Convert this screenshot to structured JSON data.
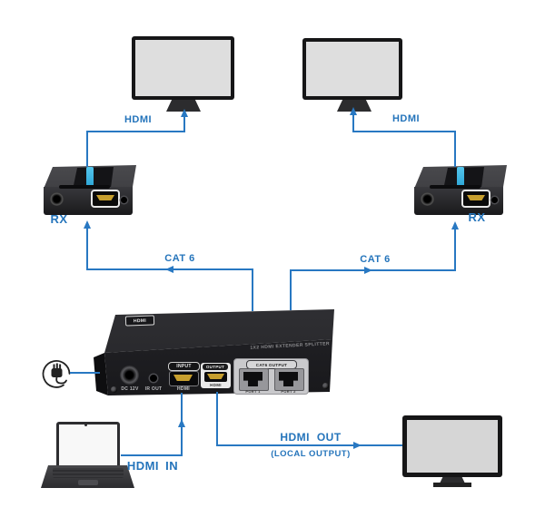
{
  "labels": {
    "hdmi_top_left": "HDMI",
    "hdmi_top_right": "HDMI",
    "cat6_left": "CAT 6",
    "cat6_right": "CAT 6",
    "rx_left": "RX",
    "rx_right": "RX",
    "hdmi_in": "HDMI IN",
    "hdmi_out": "HDMI OUT",
    "local_output": "(LOCAL OUTPUT)"
  },
  "main_device": {
    "logo_text": "HDMI",
    "title": "1X2 HDMI EXTENDER SPLITTER",
    "dc_label": "DC 12V",
    "ir_label": "IR OUT",
    "input_label": "INPUT",
    "input_port_label": "HDMI",
    "output_label": "OUTPUT",
    "output_port_label": "HDMI",
    "cat6_panel_label": "CAT6 OUTPUT",
    "port1_label": "PORT 1",
    "port2_label": "PORT 2"
  },
  "colors": {
    "line_blue": "#2878c2",
    "label_blue": "#2474bb",
    "accent_cyan": "#3bb9e8"
  }
}
